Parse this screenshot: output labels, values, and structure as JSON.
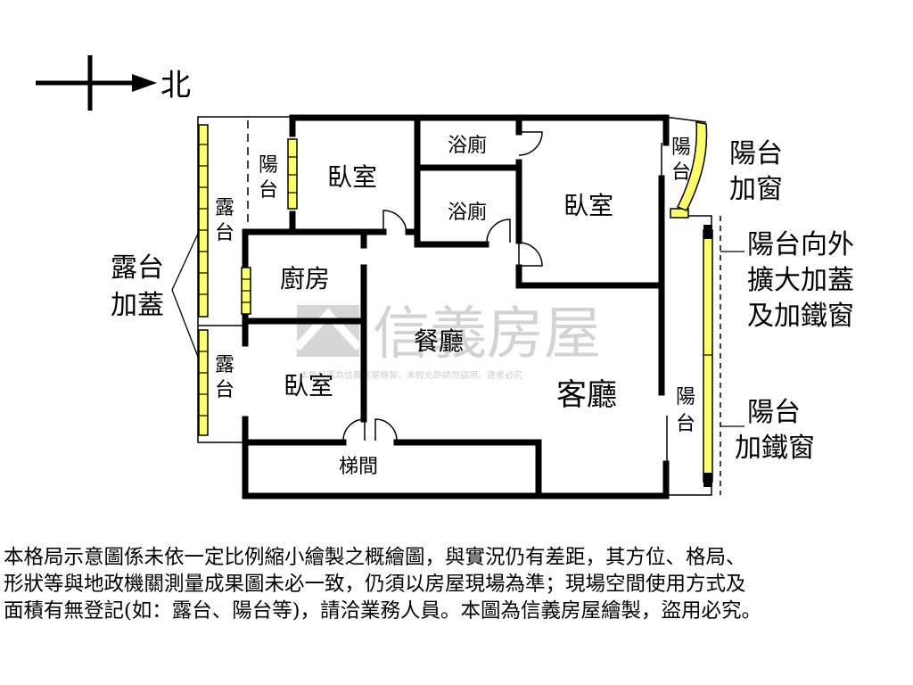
{
  "compass": {
    "label": "北"
  },
  "rooms": {
    "bedroom_top_left": "臥室",
    "balcony_small_top": [
      "陽",
      "台"
    ],
    "bath_upper": "浴廁",
    "bath_lower": "浴廁",
    "bedroom_top_right": "臥室",
    "balcony_right_top": [
      "陽",
      "台"
    ],
    "terrace_upper": [
      "露",
      "台"
    ],
    "kitchen": "廚房",
    "dining": "餐廳",
    "terrace_lower": [
      "露",
      "台"
    ],
    "bedroom_bottom_left": "臥室",
    "living": "客廳",
    "balcony_right_lower": [
      "陽",
      "台"
    ],
    "stairs": "梯間"
  },
  "callouts": {
    "terrace_enclosed": [
      "露台",
      "加蓋"
    ],
    "balcony_window": [
      "陽台",
      "加窗"
    ],
    "balcony_expanded": [
      "陽台向外",
      "擴大加蓋",
      "及加鐵窗"
    ],
    "balcony_iron_window": [
      "陽台",
      "加鐵窗"
    ]
  },
  "watermark": {
    "brand": "信義房屋",
    "fine_print": "本格局圖為信義房屋繪製，未經允許請勿盜用，違者必究"
  },
  "disclaimer": [
    "本格局示意圖係未依一定比例縮小繪製之概繪圖，與實況仍有差距，其方位、格局、",
    "形狀等與地政機關測量成果圖未必一致，仍須以房屋現場為準；現場空間使用方式及",
    "面積有無登記(如：露台、陽台等)，請洽業務人員。本圖為信義房屋繪製，盜用必究。"
  ],
  "colors": {
    "wall": "#000000",
    "window_fill": "#ffff66",
    "watermark": "#d3d3d3"
  }
}
